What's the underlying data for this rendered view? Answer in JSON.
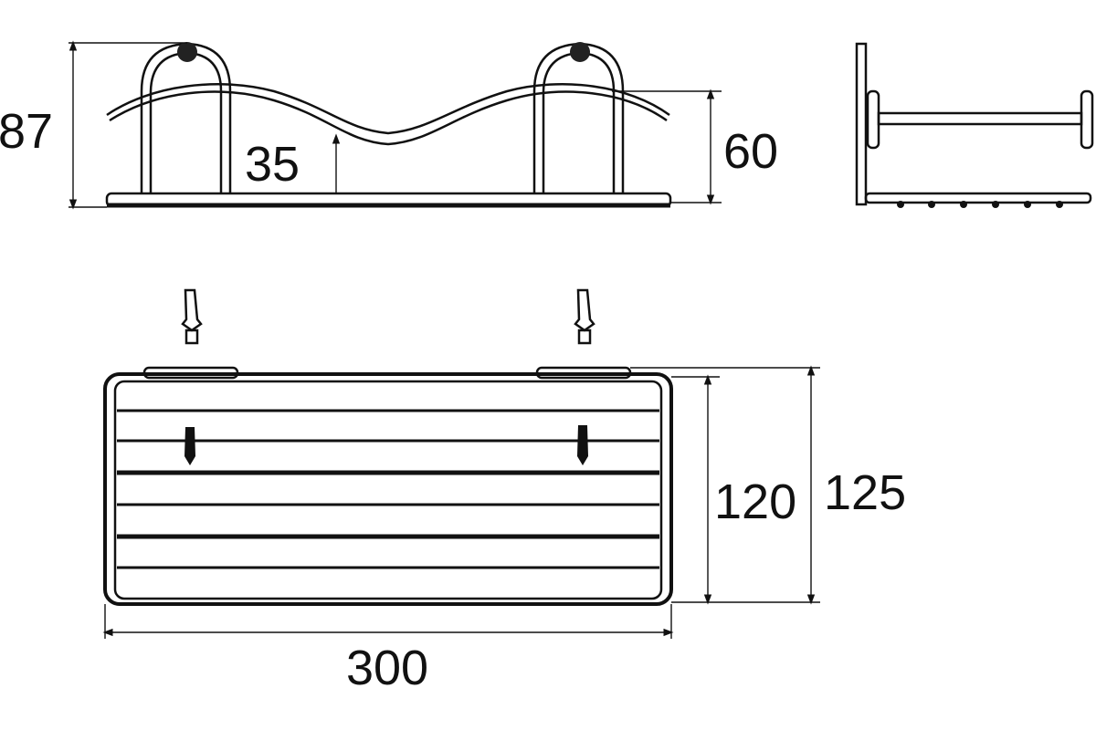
{
  "drawing": {
    "title": "Wall shelf technical drawing",
    "colors": {
      "line": "#111111",
      "background": "#ffffff"
    },
    "front_view": {
      "dimensions": {
        "total_height": "87",
        "center_height": "35",
        "rail_height": "60"
      }
    },
    "plan_view": {
      "dimensions": {
        "inner_depth": "120",
        "outer_depth": "125",
        "width": "300"
      }
    }
  }
}
